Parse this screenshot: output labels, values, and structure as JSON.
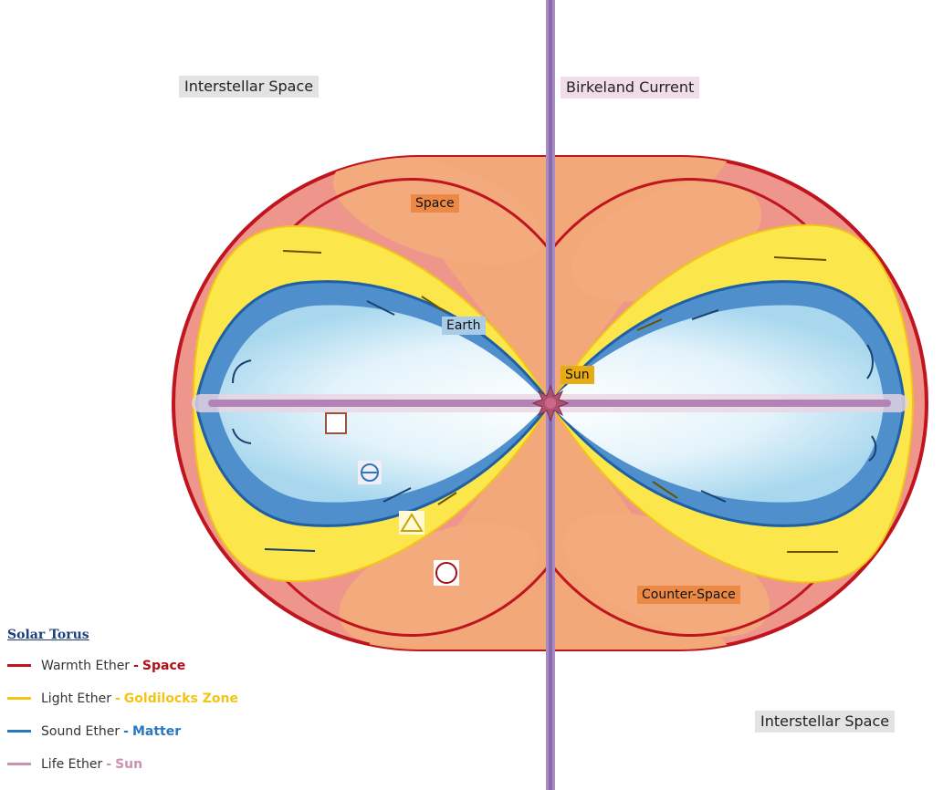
{
  "labels": {
    "interstellar_top": "Interstellar Space",
    "birkeland": "Birkeland Current",
    "space": "Space",
    "earth": "Earth",
    "sun": "Sun",
    "counter_space": "Counter-Space",
    "interstellar_bottom": "Interstellar Space"
  },
  "legend": {
    "title": "Solar Torus",
    "items": [
      {
        "name": "Warmth Ether",
        "sep": "-",
        "tag": "Space",
        "color": "#c0141e"
      },
      {
        "name": "Light Ether",
        "sep": "-",
        "tag": "Goldilocks Zone",
        "color": "#f2c418"
      },
      {
        "name": "Sound Ether",
        "sep": "-",
        "tag": "Matter",
        "color": "#2a78c0"
      },
      {
        "name": "Life Ether",
        "sep": "-",
        "tag": "Sun",
        "color": "#c993b4"
      }
    ]
  },
  "colors": {
    "warmth_fill": "#ef9a90",
    "space_fill": "#f2a57a",
    "light_fill": "#fbe852",
    "sound_fill": "#4f8fcc",
    "matter_fill": "#d7eef8",
    "outline": "#c0141e",
    "current": "#a98bc4"
  },
  "icons": [
    "square-symbol-icon",
    "semicircle-symbol-icon",
    "triangle-symbol-icon",
    "circle-symbol-icon",
    "sun-star-icon"
  ]
}
